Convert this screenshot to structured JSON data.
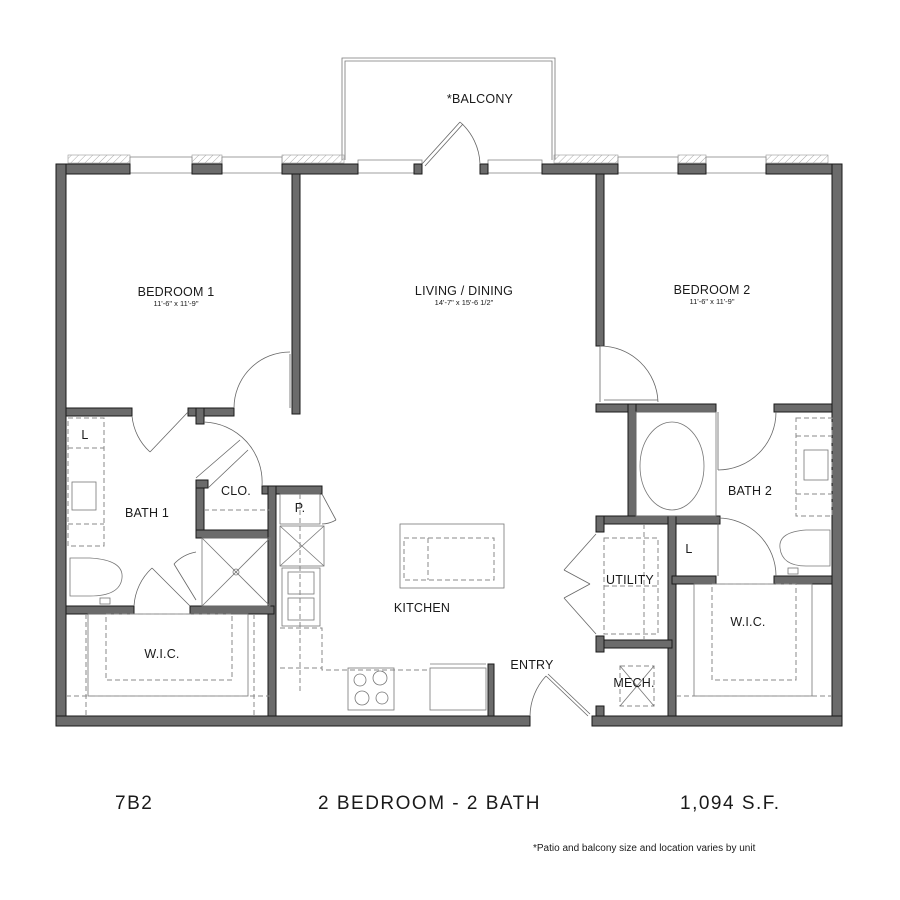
{
  "plan": {
    "unit_code": "7B2",
    "unit_type": "2 BEDROOM - 2 BATH",
    "area": "1,094 S.F.",
    "footnote": "*Patio and balcony size and location varies by unit"
  },
  "rooms": {
    "balcony": {
      "label": "*BALCONY"
    },
    "bedroom1": {
      "label": "BEDROOM 1",
      "dims": "11'-6\" x 11'-9\""
    },
    "living": {
      "label": "LIVING / DINING",
      "dims": "14'-7\" x 15'-6 1/2\""
    },
    "bedroom2": {
      "label": "BEDROOM 2",
      "dims": "11'-6\" x 11'-9\""
    },
    "bath1": {
      "label": "BATH 1"
    },
    "closet": {
      "label": "CLO."
    },
    "linen1": {
      "label": "L"
    },
    "pantry": {
      "label": "P."
    },
    "wic1": {
      "label": "W.I.C."
    },
    "kitchen": {
      "label": "KITCHEN"
    },
    "entry": {
      "label": "ENTRY"
    },
    "utility": {
      "label": "UTILITY"
    },
    "mech": {
      "label": "MECH."
    },
    "bath2": {
      "label": "BATH 2"
    },
    "linen2": {
      "label": "L"
    },
    "wic2": {
      "label": "W.I.C."
    }
  },
  "colors": {
    "wall": "#6b6b6b",
    "line": "#777777",
    "text": "#1a1a1a"
  }
}
